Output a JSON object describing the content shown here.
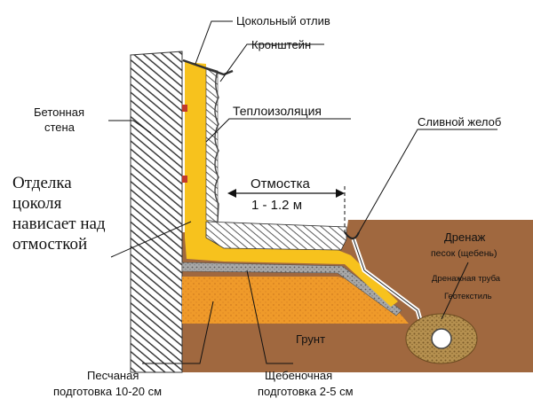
{
  "labels": {
    "tsokolny_otliv": "Цокольный отлив",
    "kronshtein": "Кронштейн",
    "teploizolyatsiya": "Теплоизоляция",
    "betonnaya_stena_line1": "Бетонная",
    "betonnaya_stena_line2": "стена",
    "slivnoy_zhelob": "Сливной желоб",
    "otdelka_line1": "Отделка",
    "otdelka_line2": "цоколя",
    "otdelka_line3": "нависает над",
    "otdelka_line4": "отмосткой",
    "otmostka": "Отмостка",
    "otmostka_width": "1 - 1.2 м",
    "drenazh": "Дренаж",
    "pesok_scheben": "песок (щебень)",
    "drenazhnaya_truba": "Дренажная труба",
    "geotekstil": "Геотекстиль",
    "grunt": "Грунт",
    "peschanaya_line1": "Песчаная",
    "peschanaya_line2": "подготовка 10-20 см",
    "shchebenochnaya_line1": "Щебеночная",
    "shchebenochnaya_line2": "подготовка 2-5 см"
  },
  "colors": {
    "soil": "#a0683f",
    "wall_hatch": "#444444",
    "insulation": "#f7c21d",
    "sand": "#ef9a2a",
    "gravel": "#9a9a9a",
    "drain_fill": "#b08a4a"
  }
}
